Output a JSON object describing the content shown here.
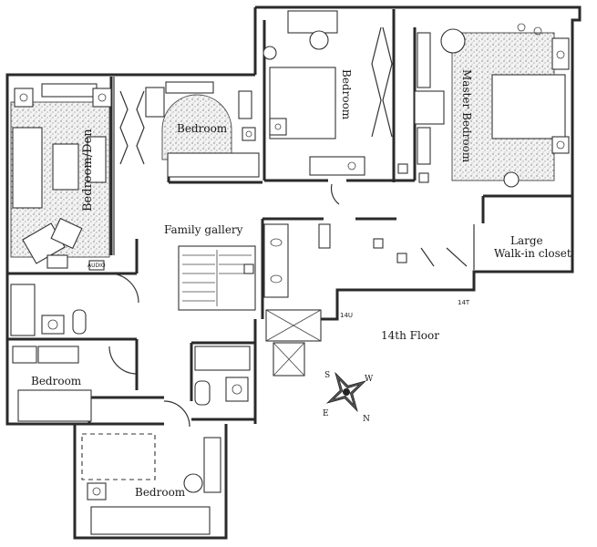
{
  "floor_label": "14th Floor",
  "rooms": {
    "bedroom_den": "Bedroom/Den",
    "bedroom_small": "Bedroom",
    "bedroom_center": "Bedroom",
    "master_bedroom": "Master Bedroom",
    "family_gallery": "Family gallery",
    "walkin_line1": "Large",
    "walkin_line2": "Walk-in closet",
    "bedroom_left": "Bedroom",
    "bedroom_bottom": "Bedroom"
  },
  "tags": {
    "audio": "AUDIO",
    "unit_14u": "14U",
    "unit_14t": "14T"
  },
  "compass": {
    "s": "S",
    "e": "E",
    "w": "W",
    "n": "N"
  }
}
